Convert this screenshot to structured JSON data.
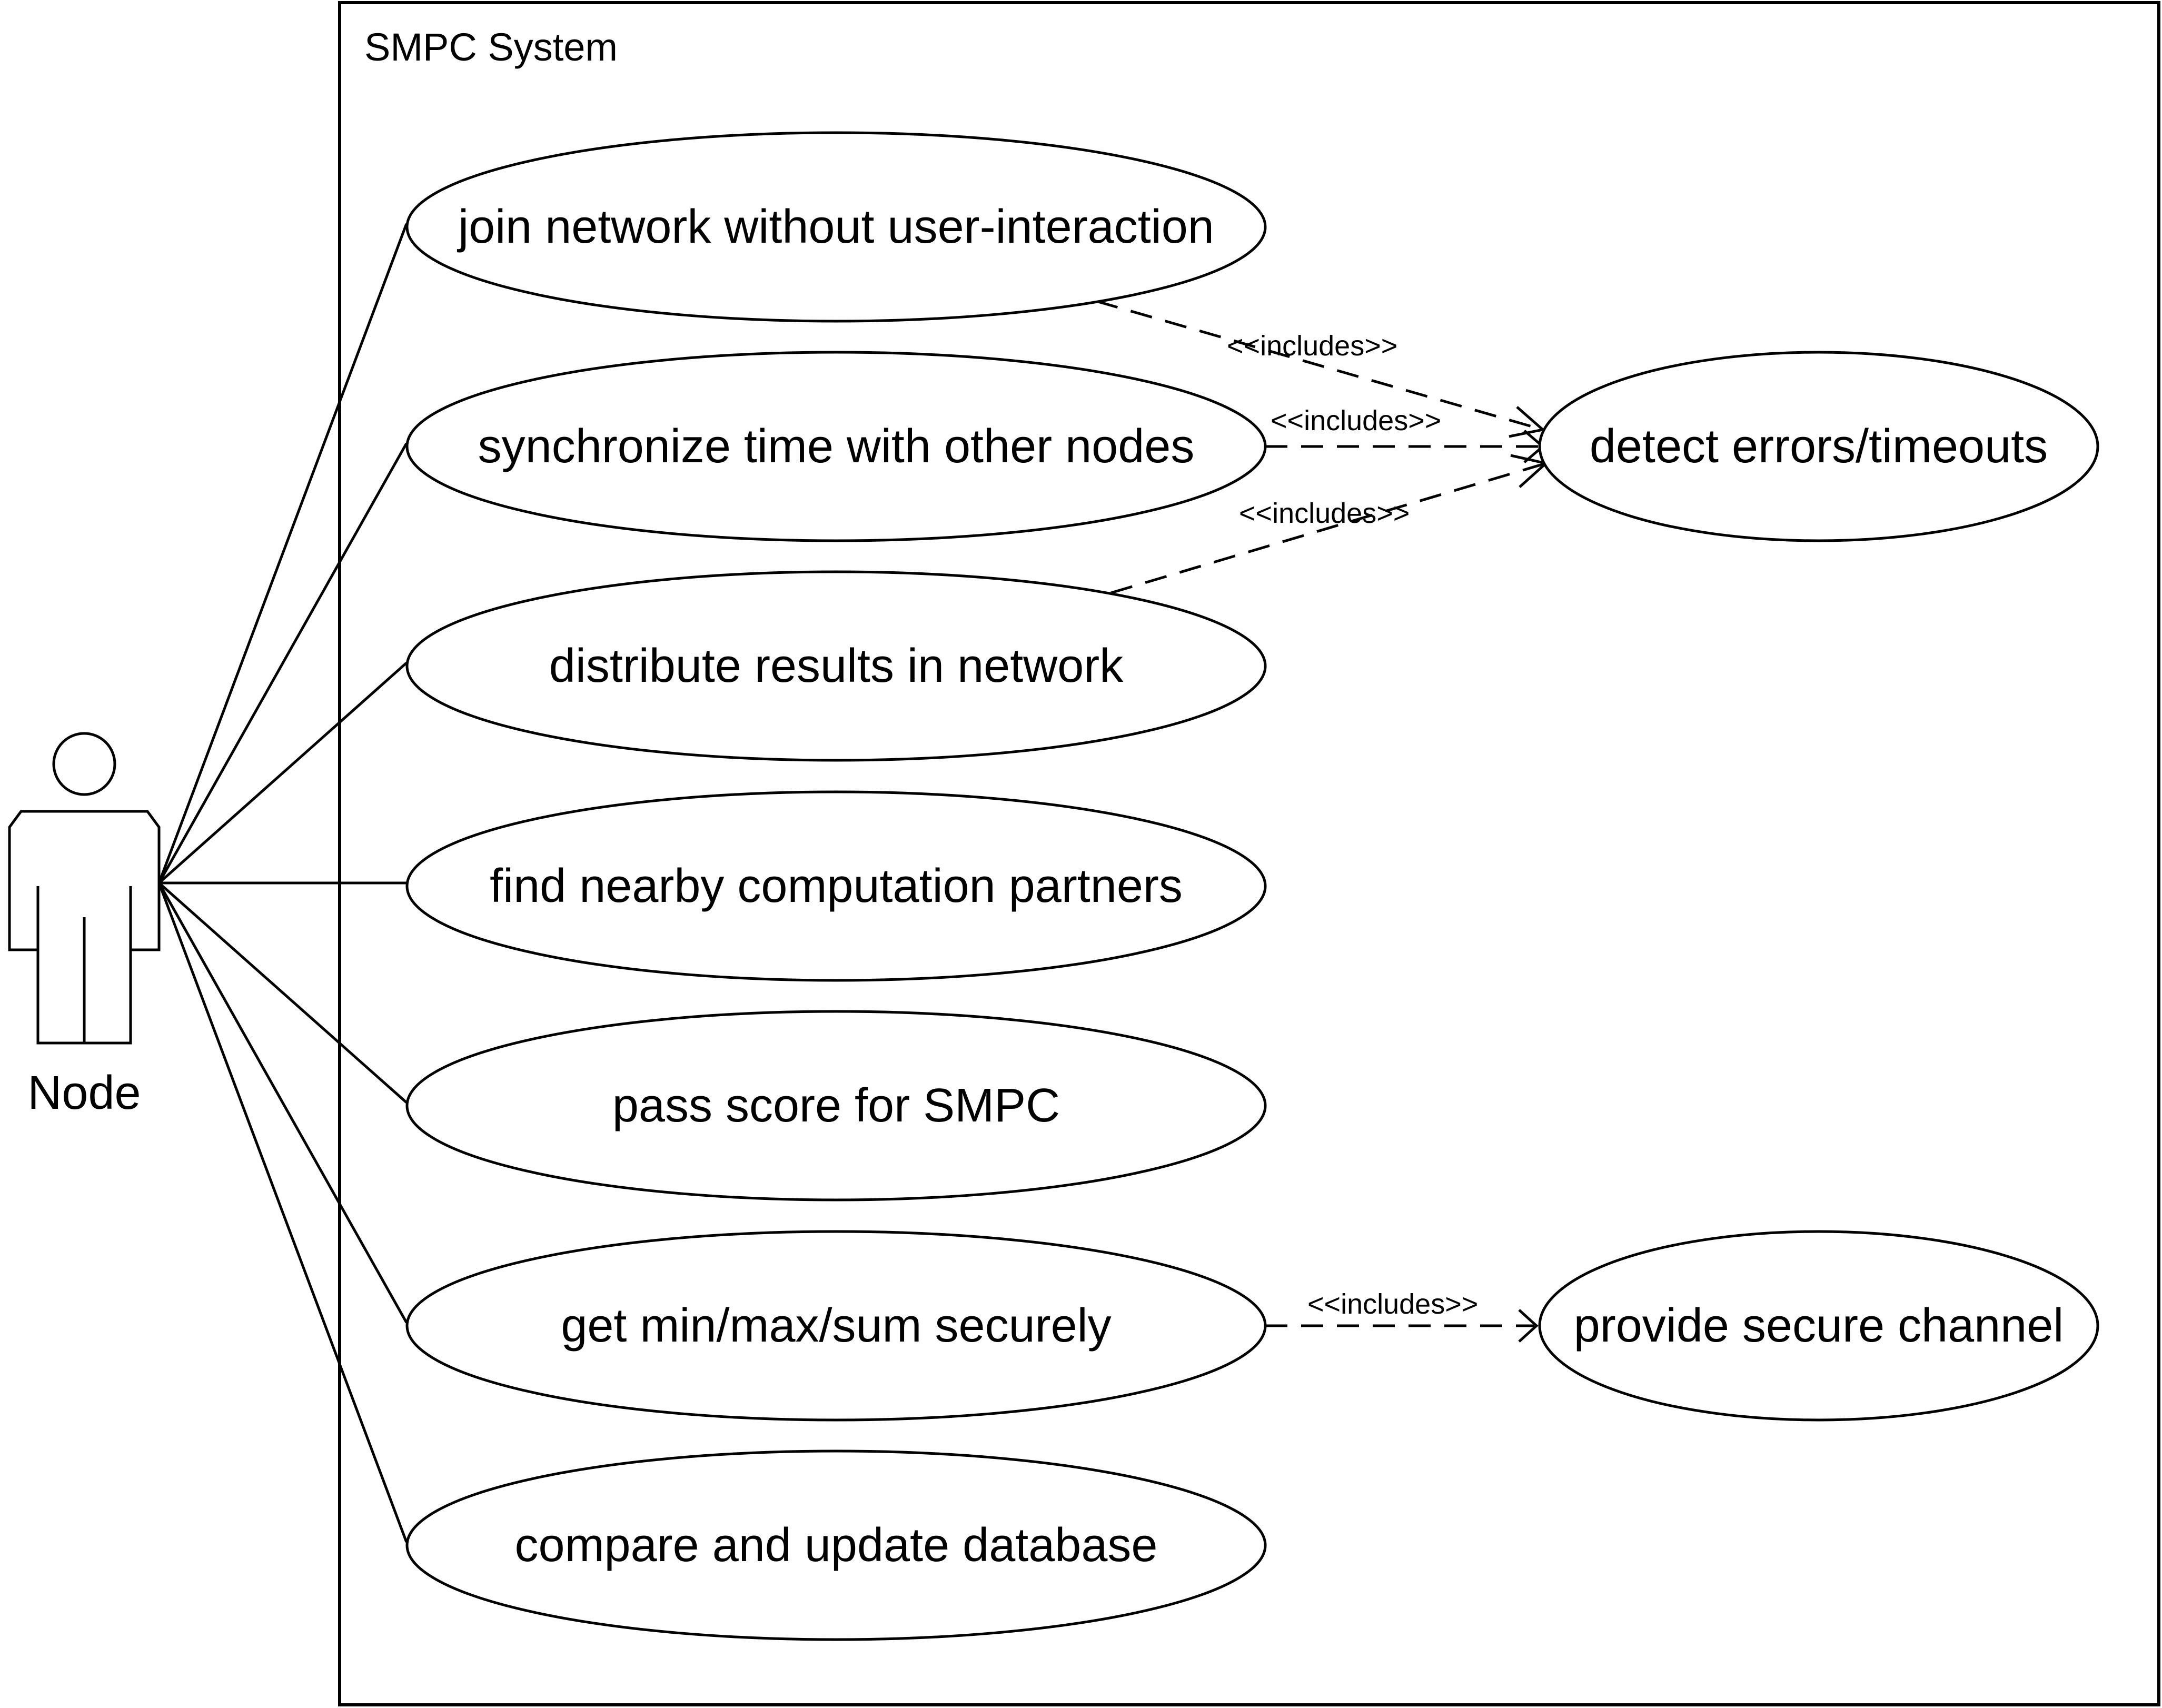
{
  "system": {
    "title": "SMPC System"
  },
  "actor": {
    "name": "Node"
  },
  "use_cases": [
    {
      "id": "join",
      "label": "join network without user-interaction"
    },
    {
      "id": "sync",
      "label": "synchronize time with other nodes"
    },
    {
      "id": "distribute",
      "label": "distribute results in network"
    },
    {
      "id": "find",
      "label": "find nearby computation partners"
    },
    {
      "id": "pass",
      "label": "pass score for SMPC"
    },
    {
      "id": "minmax",
      "label": "get min/max/sum securely"
    },
    {
      "id": "compare",
      "label": "compare and update database"
    },
    {
      "id": "detect",
      "label": "detect errors/timeouts"
    },
    {
      "id": "channel",
      "label": "provide secure channel"
    }
  ],
  "associations": [
    {
      "actor": "Node",
      "use_case": "join"
    },
    {
      "actor": "Node",
      "use_case": "sync"
    },
    {
      "actor": "Node",
      "use_case": "distribute"
    },
    {
      "actor": "Node",
      "use_case": "find"
    },
    {
      "actor": "Node",
      "use_case": "pass"
    },
    {
      "actor": "Node",
      "use_case": "minmax"
    },
    {
      "actor": "Node",
      "use_case": "compare"
    }
  ],
  "includes": [
    {
      "from": "join",
      "to": "detect",
      "label": "<<includes>>"
    },
    {
      "from": "sync",
      "to": "detect",
      "label": "<<includes>>"
    },
    {
      "from": "distribute",
      "to": "detect",
      "label": "<<includes>>"
    },
    {
      "from": "minmax",
      "to": "channel",
      "label": "<<includes>>"
    }
  ]
}
